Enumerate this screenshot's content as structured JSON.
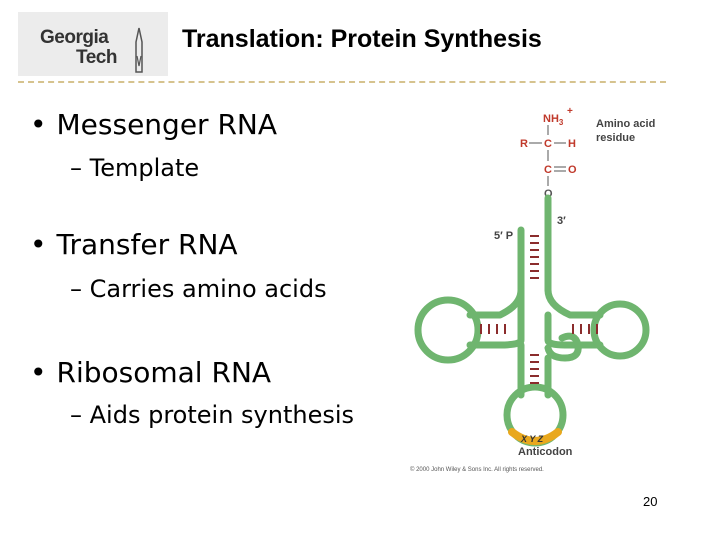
{
  "header": {
    "logo_line1": "Georgia",
    "logo_line2": "Tech",
    "title": "Translation: Protein Synthesis"
  },
  "bullets": [
    {
      "label": "Messenger RNA",
      "sub": "Template"
    },
    {
      "label": "Transfer RNA",
      "sub": "Carries amino acids"
    },
    {
      "label": "Ribosomal RNA",
      "sub": "Aids protein synthesis"
    }
  ],
  "figure": {
    "nh3": "NH",
    "nh3_sub": "3",
    "plus": "+",
    "r": "R",
    "c1": "C",
    "h": "H",
    "c2": "C",
    "o_double": "O",
    "o_single": "O",
    "amino_label_1": "Amino acid",
    "amino_label_2": "residue",
    "five_prime": "5′ P",
    "three_prime": "3′",
    "codon": "X Y Z",
    "anticodon_label": "Anticodon",
    "copyright": "© 2000 John Wiley & Sons Inc. All rights reserved."
  },
  "footer": {
    "page_number": "20"
  },
  "colors": {
    "trna_green": "#6fb56f",
    "anticodon_orange": "#e9a81d",
    "rule": "#d6c38e",
    "pair_dots": "#8b2c2c"
  }
}
